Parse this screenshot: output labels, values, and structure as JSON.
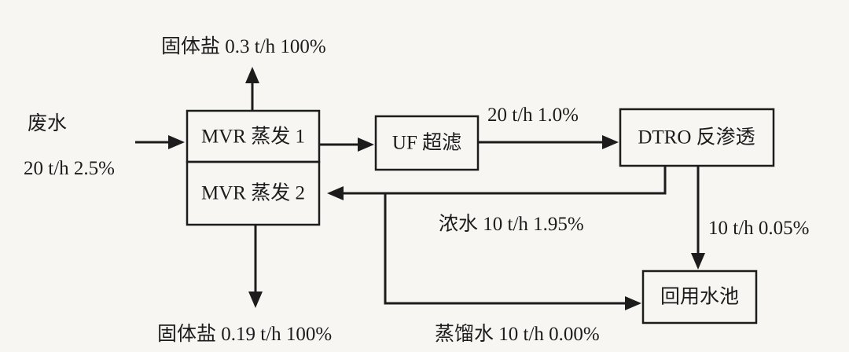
{
  "diagram": {
    "nodes": {
      "mvr1": {
        "label": "MVR 蒸发 1"
      },
      "mvr2": {
        "label": "MVR 蒸发 2"
      },
      "uf": {
        "label": "UF 超滤"
      },
      "dtro": {
        "label": "DTRO 反渗透"
      },
      "pool": {
        "label": "回用水池"
      }
    },
    "labels": {
      "feed": "废水",
      "feed_rate": "20 t/h 2.5%",
      "salt_top": "固体盐 0.3 t/h 100%",
      "uf_to_dtro_rate": "20 t/h 1.0%",
      "concentrate": "浓水 10 t/h 1.95%",
      "dtro_permeate_rate": "10 t/h 0.05%",
      "salt_bottom": "固体盐 0.19 t/h 100%",
      "distillate": "蒸馏水 10 t/h 0.00%"
    },
    "colors": {
      "background": "#f7f6f3",
      "line": "#1c1c1c",
      "text": "#1c1c1c",
      "box_fill": "transparent"
    }
  }
}
